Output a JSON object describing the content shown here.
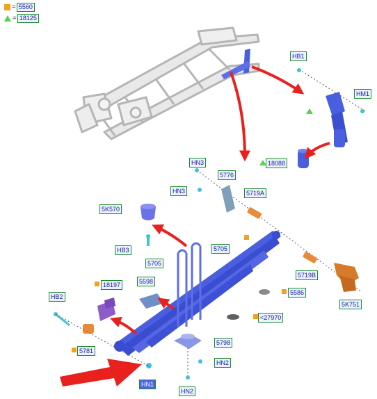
{
  "legend": [
    {
      "symbol": "orange-square",
      "code": "5560"
    },
    {
      "symbol": "green-triangle",
      "code": "18125"
    }
  ],
  "callouts": {
    "hb1": "HB1",
    "hm1": "HM1",
    "p18088": "18088",
    "hn3_top": "HN3",
    "p5776": "5776",
    "hn3_side": "HN3",
    "p5719a": "5719A",
    "p5k570": "5K570",
    "hb3": "HB3",
    "p5705_right": "5705",
    "p5705_left": "5705",
    "p18197": "18197",
    "p5598": "5598",
    "p5719b": "5719B",
    "p5586": "5586",
    "p5k751": "5K751",
    "hb2": "HB2",
    "p27970": "<27970",
    "p5798": "5798",
    "p5781": "5781",
    "hn2_right": "HN2",
    "hn1": "HN1",
    "hn2_bottom": "HN2"
  },
  "colors": {
    "part_blue": "#4a5ee0",
    "arrow_red": "#e8201e",
    "bushing_orange": "#e88a3a",
    "bracket_purple": "#8e5cc8",
    "frame_gray": "#b9b9b9",
    "fastener_cyan": "#3fc3d9"
  }
}
